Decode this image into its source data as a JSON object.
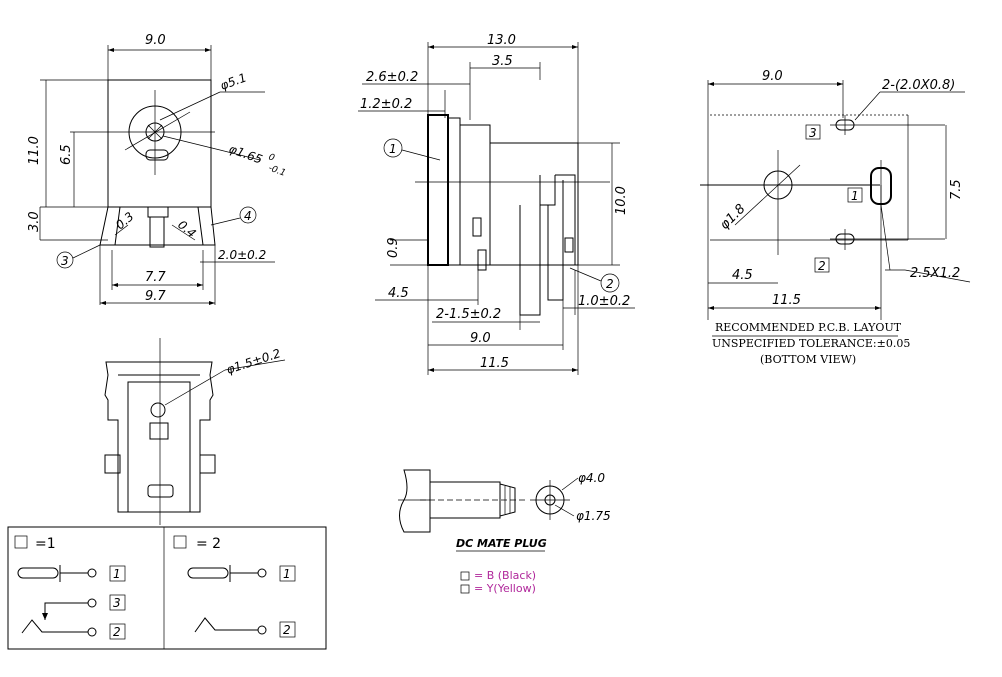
{
  "front_view": {
    "width": "9.0",
    "height": "11.0",
    "center_height": "6.5",
    "bottom_height": "3.0",
    "hole_dia": "φ5.1",
    "pin_dia": "φ1.65",
    "pin_tol_plus": "0",
    "pin_tol_minus": "-0.1",
    "angle_a": "0.3",
    "angle_b": "0.4",
    "callout_3": "3",
    "callout_4": "4",
    "pin_width": "2.0±0.2",
    "base_inner": "7.7",
    "base_outer": "9.7"
  },
  "side_view": {
    "total_length": "13.0",
    "seg_a": "2.6±0.2",
    "seg_b": "3.5",
    "seg_c": "1.2±0.2",
    "callout_1": "1",
    "callout_2": "2",
    "height": "10.0",
    "small_h": "0.9",
    "offset": "4.5",
    "pin_spacing": "2-1.5±0.2",
    "pin_width": "1.0±0.2",
    "inner_len": "9.0",
    "outer_len": "11.5"
  },
  "pcb_layout": {
    "width": "9.0",
    "slot_note": "2-(2.0X0.8)",
    "height": "7.5",
    "hole_dia": "φ1.8",
    "offset": "4.5",
    "total": "11.5",
    "pad_note": "2.5X1.2",
    "pin_1": "1",
    "pin_2": "2",
    "pin_3": "3",
    "title": "RECOMMENDED P.C.B. LAYOUT",
    "tolerance": "UNSPECIFIED TOLERANCE:±0.05",
    "view": "(BOTTOM VIEW)"
  },
  "bottom_view": {
    "dia": "φ1.5±0.2"
  },
  "legend_box": {
    "option_1": "=1",
    "option_2": "= 2",
    "pin_1": "1",
    "pin_2": "2",
    "pin_3": "3"
  },
  "plug": {
    "outer_dia": "φ4.0",
    "inner_dia": "φ1.75",
    "title": "DC MATE PLUG",
    "color_b": "= B (Black)",
    "color_y": "= Y(Yellow)"
  }
}
